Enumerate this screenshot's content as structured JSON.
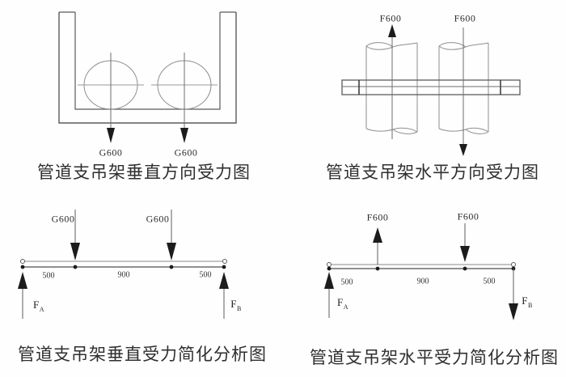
{
  "colors": {
    "background": "#fefefe",
    "structure_line": "#5a5a5a",
    "light_line": "#979797",
    "beam_line": "#4f4f4f",
    "arrow_fill": "#1c1c1c",
    "text": "#2b2b2b"
  },
  "fig_vertical_view": {
    "caption": "管道支吊架垂直方向受力图",
    "pipe1_load": "G600",
    "pipe2_load": "G600",
    "load_direction": "down"
  },
  "fig_horizontal_view": {
    "caption": "管道支吊架水平方向受力图",
    "pipe1_force": "F600",
    "pipe1_direction": "up",
    "pipe2_force": "F600",
    "pipe2_direction": "down"
  },
  "fig_vertical_analysis": {
    "caption": "管道支吊架垂直受力简化分析图",
    "load1": "G600",
    "load2": "G600",
    "load_direction": "down",
    "dim_left": "500",
    "dim_mid": "900",
    "dim_right": "500",
    "reaction_left_symbol": "F",
    "reaction_left_sub": "A",
    "reaction_left_direction": "up",
    "reaction_right_symbol": "F",
    "reaction_right_sub": "B",
    "reaction_right_direction": "up"
  },
  "fig_horizontal_analysis": {
    "caption": "管道支吊架水平受力简化分析图",
    "load1": "F600",
    "load1_direction": "up",
    "load2": "F600",
    "load2_direction": "down",
    "dim_left": "500",
    "dim_mid": "900",
    "dim_right": "500",
    "reaction_left_symbol": "F",
    "reaction_left_sub": "A",
    "reaction_left_direction": "up",
    "reaction_right_symbol": "F",
    "reaction_right_sub": "B",
    "reaction_right_direction": "down"
  }
}
